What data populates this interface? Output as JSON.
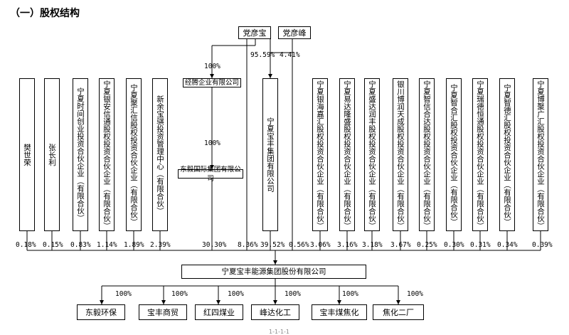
{
  "heading": "（一）股权结构",
  "persons": {
    "p1": "党彦宝",
    "p2": "党彦峰",
    "p1_pct": "95.59%",
    "p2_pct": "4.41%"
  },
  "holding": {
    "leftCompany": "经腾企业有限公司",
    "leftCompany_pct": "100%",
    "leftSub": "东毅国际集团有限公司",
    "leftSub_pct": "100%",
    "center": "宁夏宝丰集团有限公司"
  },
  "shareholders": [
    {
      "name": "樊世荣",
      "pct": "0.18%"
    },
    {
      "name": "张长利",
      "pct": "0.15%"
    },
    {
      "name": "宁夏时间创业投资合伙企业（有限合伙）",
      "pct": "0.83%"
    },
    {
      "name": "宁夏银安信通股权投资合伙企业（有限合伙）",
      "pct": "1.14%"
    },
    {
      "name": "宁夏聚汇信股权投资合伙企业（有限合伙）",
      "pct": "1.89%"
    },
    {
      "name": "新余宝骐投资管理中心（有限合伙）",
      "pct": "2.39%"
    },
    {
      "name": "东毅国际集团有限公司",
      "pct": "30.30%"
    },
    {
      "name": "党彦宝",
      "pct": "8.36%"
    },
    {
      "name": "宁夏宝丰集团有限公司",
      "pct": "39.52%"
    },
    {
      "name": "党彦峰",
      "pct": "0.56%"
    },
    {
      "name": "宁夏银海嘉汇股权投资合伙企业（有限合伙）",
      "pct": "3.06%"
    },
    {
      "name": "宁夏易达隆盛股权投资合伙企业（有限合伙）",
      "pct": "3.16%"
    },
    {
      "name": "宁夏盛达润丰股权投资合伙企业（有限合伙）",
      "pct": "3.18%"
    },
    {
      "name": "银川博润天成股权投资合伙企业（有限合伙）",
      "pct": "3.67%"
    },
    {
      "name": "宁夏智信合达股权投资合伙企业（有限合伙）",
      "pct": "0.25%"
    },
    {
      "name": "宁夏智合汇股权投资合伙企业（有限合伙）",
      "pct": "0.30%"
    },
    {
      "name": "宁夏瑞德恒通股权投资合伙企业（有限合伙）",
      "pct": "0.31%"
    },
    {
      "name": "宁夏智德汇股权投资合伙企业（有限合伙）",
      "pct": "0.34%"
    },
    {
      "name": "宁夏博聚广汇股权投资合伙企业（有限合伙）",
      "pct": "0.39%"
    }
  ],
  "company": "宁夏宝丰能源集团股份有限公司",
  "subsidiaries": [
    {
      "name": "东毅环保",
      "pct": "100%"
    },
    {
      "name": "宝丰商贸",
      "pct": "100%"
    },
    {
      "name": "红四煤业",
      "pct": "100%"
    },
    {
      "name": "峰达化工",
      "pct": "100%"
    },
    {
      "name": "宝丰煤焦化",
      "pct": "100%"
    },
    {
      "name": "焦化二厂",
      "pct": "100%"
    }
  ],
  "footer_mark": "1-1-1-1"
}
